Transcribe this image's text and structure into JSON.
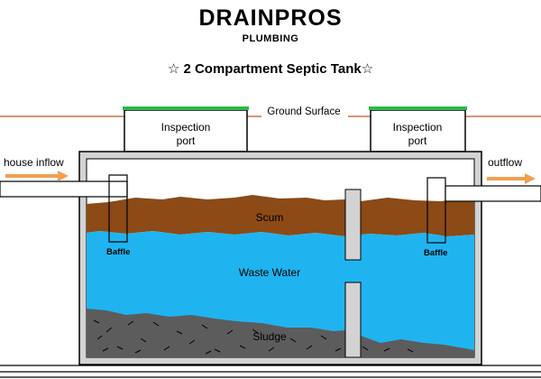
{
  "header": {
    "brand_name": "DRAINPROS",
    "brand_sub": "PLUMBING",
    "title": "☆ 2 Compartment Septic Tank☆"
  },
  "labels": {
    "ground_surface": "Ground Surface",
    "inspection_left_1": "Inspection",
    "inspection_left_2": "port",
    "inspection_right_1": "Inspection",
    "inspection_right_2": "port",
    "house_inflow": "house inflow",
    "outflow": "outflow",
    "scum": "Scum",
    "waste_water": "Waste Water",
    "sludge": "Sludge",
    "baffle_left": "Baffle",
    "baffle_right": "Baffle"
  },
  "colors": {
    "ground_line": "#c8734a",
    "lid_green": "#2db84a",
    "scum": "#8b4a16",
    "water": "#1fb4f0",
    "sludge": "#5c5c5c",
    "tank_wall": "#d3d3d3",
    "flow_arrow": "#f0a050"
  }
}
